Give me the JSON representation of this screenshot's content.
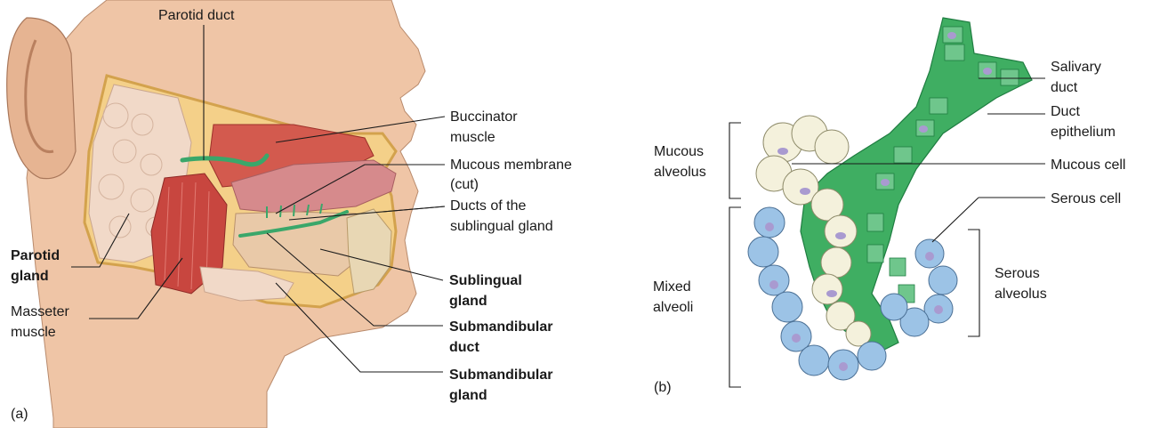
{
  "panel_a": {
    "tag": "(a)",
    "labels": {
      "parotid_duct": "Parotid duct",
      "buccinator_1": "Buccinator",
      "buccinator_2": "muscle",
      "mucous_membrane_1": "Mucous membrane",
      "mucous_membrane_2": "(cut)",
      "ducts_sublingual_1": "Ducts of the",
      "ducts_sublingual_2": "sublingual gland",
      "parotid_gland_1": "Parotid",
      "parotid_gland_2": "gland",
      "masseter_1": "Masseter",
      "masseter_2": "muscle",
      "sublingual_gland_1": "Sublingual",
      "sublingual_gland_2": "gland",
      "submandibular_duct_1": "Submandibular",
      "submandibular_duct_2": "duct",
      "submandibular_gland_1": "Submandibular",
      "submandibular_gland_2": "gland"
    }
  },
  "panel_b": {
    "tag": "(b)",
    "labels": {
      "salivary_duct_1": "Salivary",
      "salivary_duct_2": "duct",
      "duct_epithelium_1": "Duct",
      "duct_epithelium_2": "epithelium",
      "mucous_alveolus_1": "Mucous",
      "mucous_alveolus_2": "alveolus",
      "mucous_cell": "Mucous cell",
      "serous_cell": "Serous cell",
      "mixed_alveoli_1": "Mixed",
      "mixed_alveoli_2": "alveoli",
      "serous_alveolus_1": "Serous",
      "serous_alveolus_2": "alveolus"
    }
  },
  "colors": {
    "skin": "#efc5a6",
    "muscle": "#c8463f",
    "gland": "#f1d9c8",
    "duct": "#3aa76a",
    "mucous": "#f4f1dc",
    "serous": "#9cc3e6",
    "epithelium": "#3fae62",
    "nucleus": "#a99ad0"
  }
}
